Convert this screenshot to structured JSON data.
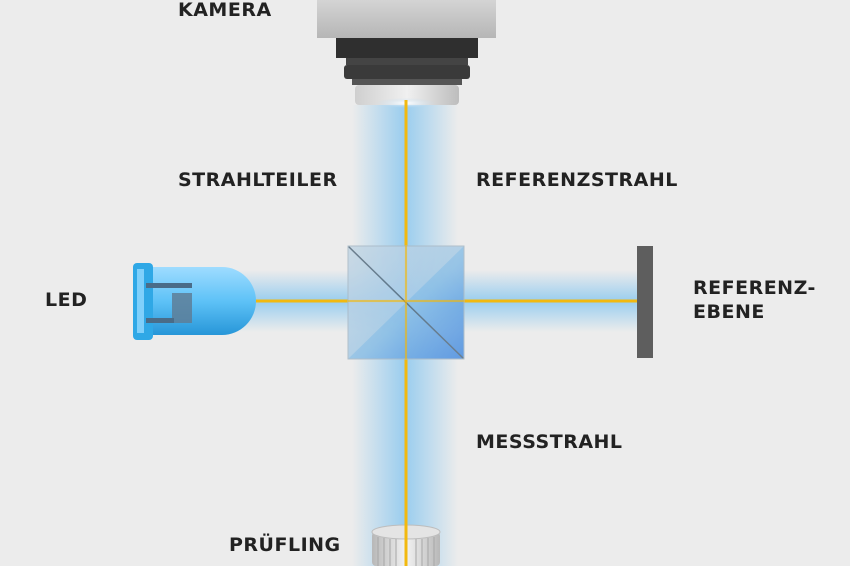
{
  "labels": {
    "camera": "KAMERA",
    "beam_splitter": "STRAHLTEILER",
    "reference_beam": "REFERENZSTRAHL",
    "led": "LED",
    "reference_plane_line1": "REFERENZ-",
    "reference_plane_line2": "EBENE",
    "measuring_beam": "MESSSTRAHL",
    "test_object": "PRÜFLING"
  },
  "colors": {
    "background": "#ececec",
    "beam": "#f2b90f",
    "glow": "#7ec3f0",
    "led_blue": "#2fa8e6",
    "reference_mirror": "#5e5e5e",
    "camera_body": "#c8c8c8",
    "camera_lens": "#2f2f2f"
  }
}
